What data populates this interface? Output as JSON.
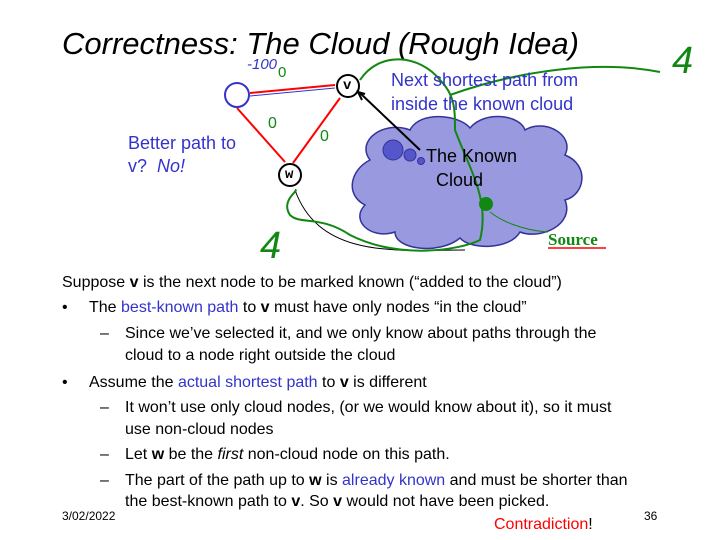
{
  "title": "Correctness: The Cloud (Rough Idea)",
  "diagram": {
    "node_v": "v",
    "node_w": "w",
    "cloud_label_1": "The Known",
    "cloud_label_2": "Cloud",
    "next_path_1": "Next shortest path from",
    "next_path_2": "inside the known cloud",
    "better_1": "Better path to",
    "better_2a": "v?",
    "better_2b": "No!",
    "source": "Source",
    "annot_minus100": "-100",
    "annot_4a": "4",
    "annot_4b": "4",
    "annot_0a": "0",
    "annot_0b": "0",
    "annot_0c": "0"
  },
  "bullets": {
    "intro_a": "Suppose ",
    "intro_v": "v",
    "intro_b": " is the next node to be marked known (“added to the cloud”)",
    "b1_a": "The ",
    "b1_link": "best-known path",
    "b1_b": " to ",
    "b1_v": "v",
    "b1_c": " must have only nodes “in the cloud”",
    "b1_sub1_l1": "Since we’ve selected it, and we only know about paths through the",
    "b1_sub1_l2": "cloud to a node right outside the cloud",
    "b2_a": "Assume the ",
    "b2_link": "actual shortest path",
    "b2_b": " to ",
    "b2_v": "v",
    "b2_c": " is different",
    "b2_sub1_l1": "It won’t use only cloud nodes, (or we would know about it), so it must",
    "b2_sub1_l2": "use non-cloud nodes",
    "b2_sub2_a": "Let ",
    "b2_sub2_w": "w",
    "b2_sub2_b": " be the ",
    "b2_sub2_first": "first",
    "b2_sub2_c": " non-cloud node on this path.",
    "b2_sub3_a": "The part of the path up to ",
    "b2_sub3_w": "w",
    "b2_sub3_b": " is ",
    "b2_sub3_link": "already known",
    "b2_sub3_c": " and must be shorter than",
    "b2_sub3_l2a": "the best-known path to ",
    "b2_sub3_v": "v",
    "b2_sub3_l2b": ".  So ",
    "b2_sub3_v2": "v",
    "b2_sub3_l2c": " would not have been picked.",
    "contradiction": "Contradiction",
    "bang": "!",
    "bullet": "•",
    "dash": "–"
  },
  "footer": {
    "date": "3/02/2022",
    "page": "36"
  },
  "colors": {
    "blue": "#3333cc",
    "red": "#ff0000",
    "green": "#118811",
    "cloud": "#9999e0"
  }
}
